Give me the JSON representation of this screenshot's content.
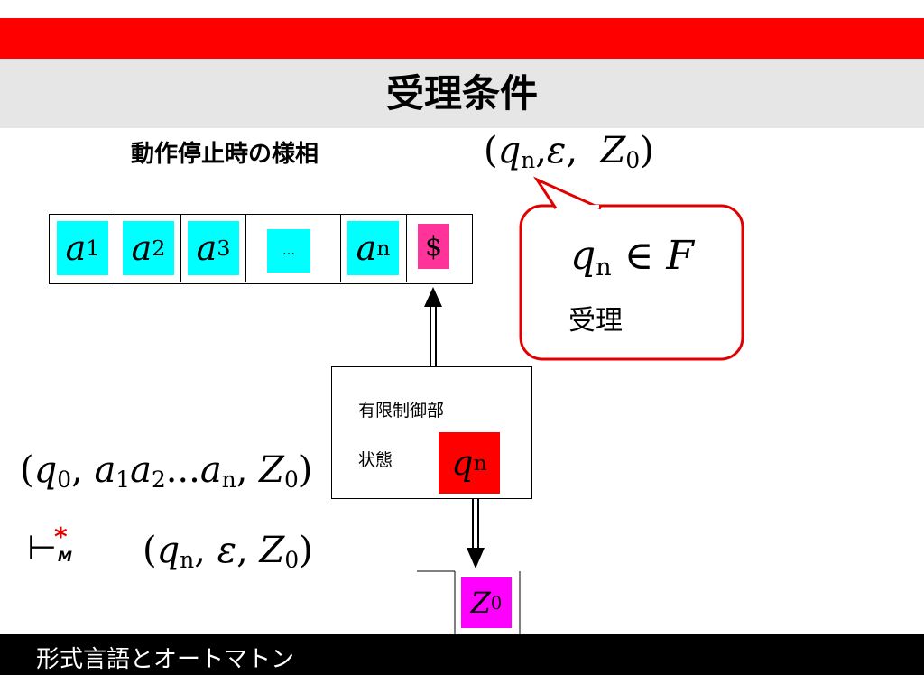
{
  "slide": {
    "title": "受理条件",
    "subtitle": "動作停止時の様相",
    "footer": "形式言語とオートマトン"
  },
  "tape": {
    "cells": [
      {
        "base": "a",
        "sub": "1"
      },
      {
        "base": "a",
        "sub": "2"
      },
      {
        "base": "a",
        "sub": "3"
      },
      {
        "base": "…",
        "sub": ""
      },
      {
        "base": "a",
        "sub": "n"
      },
      {
        "base": "$",
        "sub": ""
      }
    ]
  },
  "config_top": {
    "q": "q",
    "q_sub": "n",
    "sep1": ",",
    "eps": "ε",
    "sep2": ",",
    "z": "Z",
    "z_sub": "0"
  },
  "callout": {
    "q": "q",
    "q_sub": "n",
    "in": "∈",
    "set": "F",
    "label": "受理"
  },
  "control": {
    "label": "有限制御部",
    "state_label": "状態",
    "state": {
      "base": "q",
      "sub": "n"
    }
  },
  "stack": {
    "top": {
      "base": "Z",
      "sub": "0"
    }
  },
  "derivation": {
    "start": {
      "q": "q",
      "q_sub": "0",
      "a1": "a",
      "a1_sub": "1",
      "a2": "a",
      "a2_sub": "2",
      "dots": "...",
      "an": "a",
      "an_sub": "n",
      "z": "Z",
      "z_sub": "0"
    },
    "turnstile": "⊢",
    "star": "*",
    "m": "M",
    "end": {
      "q": "q",
      "q_sub": "n",
      "eps": "ε",
      "z": "Z",
      "z_sub": "0"
    }
  },
  "colors": {
    "accent_red": "#ff0000",
    "tape_cyan": "#00ffff",
    "end_marker_pink": "#ff3399",
    "stack_magenta": "#ff00ff",
    "callout_border": "#e00000"
  }
}
